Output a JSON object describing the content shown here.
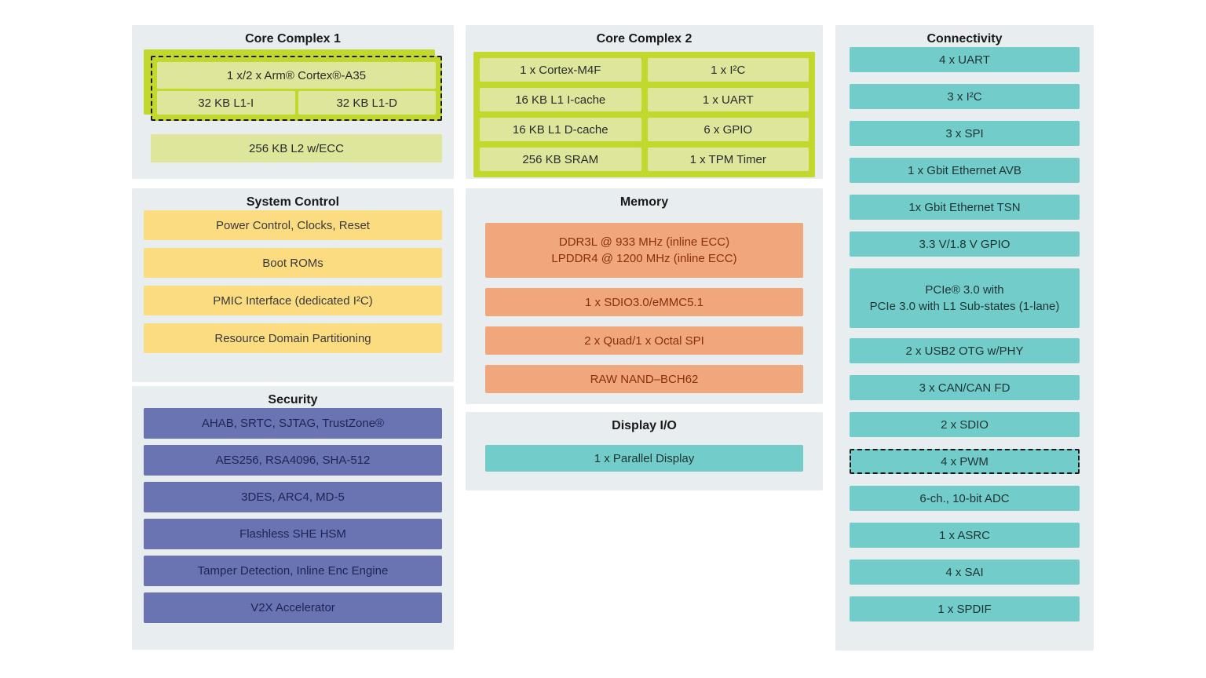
{
  "diagram": {
    "core_complex_1": {
      "title": "Core Complex 1",
      "cpu": "1 x/2 x Arm® Cortex®-A35",
      "l1i": "32 KB L1-I",
      "l1d": "32 KB L1-D",
      "l2": "256 KB L2 w/ECC"
    },
    "core_complex_2": {
      "title": "Core Complex 2",
      "cells": [
        [
          "1 x Cortex-M4F",
          "1 x I²C"
        ],
        [
          "16 KB L1 I-cache",
          "1 x UART"
        ],
        [
          "16 KB L1 D-cache",
          "6 x GPIO"
        ],
        [
          "256 KB SRAM",
          "1 x TPM Timer"
        ]
      ]
    },
    "system_control": {
      "title": "System Control",
      "items": [
        "Power Control, Clocks, Reset",
        "Boot ROMs",
        "PMIC Interface (dedicated I²C)",
        "Resource Domain Partitioning"
      ]
    },
    "security": {
      "title": "Security",
      "items": [
        "AHAB, SRTC, SJTAG, TrustZone®",
        "AES256, RSA4096, SHA-512",
        "3DES, ARC4, MD-5",
        "Flashless SHE HSM",
        "Tamper Detection, Inline Enc Engine",
        "V2X Accelerator"
      ]
    },
    "memory": {
      "title": "Memory",
      "ddr_line1": "DDR3L @ 933 MHz (inline ECC)",
      "ddr_line2": "LPDDR4 @ 1200 MHz (inline ECC)",
      "items": [
        "1 x SDIO3.0/eMMC5.1",
        "2 x Quad/1 x Octal SPI",
        "RAW NAND–BCH62"
      ]
    },
    "display_io": {
      "title": "Display I/O",
      "item": "1 x Parallel Display"
    },
    "connectivity": {
      "title": "Connectivity",
      "items_top": [
        "4 x UART",
        "3 x I²C",
        "3 x SPI",
        "1 x Gbit Ethernet AVB",
        "1x Gbit Ethernet TSN",
        "3.3 V/1.8 V GPIO"
      ],
      "pcie_line1": "PCIe® 3.0 with",
      "pcie_line2": "PCIe 3.0 with L1 Sub-states (1-lane)",
      "items_mid": [
        "2 x USB2 OTG w/PHY",
        "3 x CAN/CAN FD",
        "2 x SDIO"
      ],
      "pwm": "4 x PWM",
      "items_bottom": [
        "6-ch., 10-bit ADC",
        "1 x ASRC",
        "4 x SAI",
        "1 x SPDIF"
      ]
    },
    "colors": {
      "chartreuse": "#c3d82d",
      "light_green": "#dde69a",
      "yellow": "#fcdc80",
      "orange": "#f0a77c",
      "purple": "#6a74b2",
      "teal": "#72cdca",
      "panel_background": "#e8edf0"
    }
  }
}
